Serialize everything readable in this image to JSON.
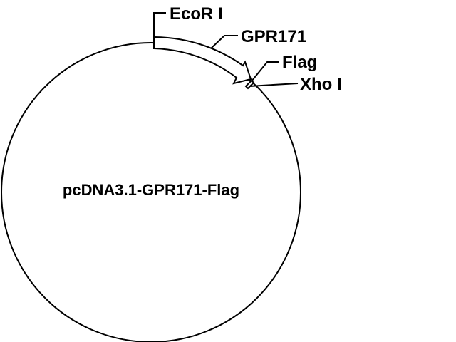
{
  "plasmid": {
    "name": "pcDNA3.1-GPR171-Flag"
  },
  "features": {
    "ecori": "EcoR I",
    "gpr171": "GPR171",
    "flag": "Flag",
    "xhoi": "Xho I"
  },
  "colors": {
    "stroke": "#000000",
    "background": "#ffffff"
  }
}
